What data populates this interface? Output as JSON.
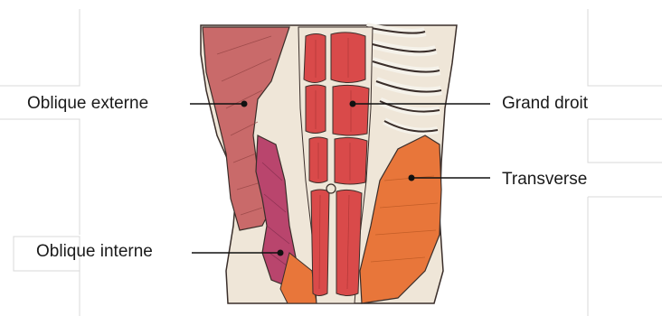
{
  "diagram": {
    "labels": {
      "oblique_externe": "Oblique externe",
      "oblique_interne": "Oblique interne",
      "grand_droit": "Grand droit",
      "transverse": "Transverse"
    },
    "colors": {
      "background": "#ffffff",
      "leader_line": "#111111",
      "rectus": "#d94a4a",
      "oblique_externe": "#c96a6a",
      "oblique_interne": "#b9456d",
      "transverse": "#e8763a",
      "fascia": "#efe6d8",
      "bone": "#f5f2ea",
      "outline": "#3a2e2a",
      "frame_lines": "#d8d8d8"
    }
  }
}
